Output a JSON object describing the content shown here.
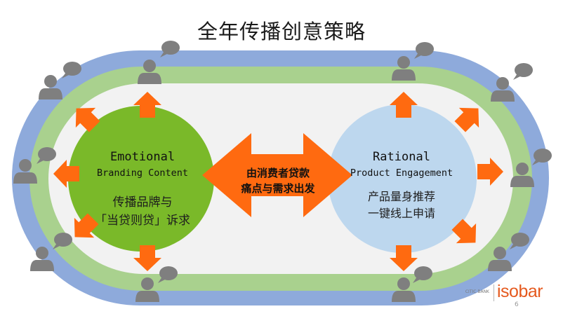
{
  "title": "全年传播创意策略",
  "left_circle": {
    "en_title": "Emotional",
    "en_subtitle": "Branding Content",
    "cn_line1": "传播品牌与",
    "cn_line2": "「当贷则贷」诉求"
  },
  "right_circle": {
    "en_title": "Rational",
    "en_subtitle": "Product Engagement",
    "cn_line1": "产品量身推荐",
    "cn_line2": "一键线上申请"
  },
  "center_arrow": {
    "line1": "由消费者贷款",
    "line2": "痛点与需求出发"
  },
  "footer": {
    "partner_text": "CITIC BANK",
    "brand": "isobar",
    "page": "6"
  },
  "colors": {
    "outer_track": "#8eaadb",
    "middle_track": "#a9d18e",
    "inner_track": "#f2f2f2",
    "left_circle": "#7ab929",
    "right_circle": "#bdd7ee",
    "arrow": "#ff6a10",
    "person": "#7f7f7f",
    "logo_accent": "#e55a1f"
  },
  "icons": {
    "person": "person-silhouette-icon",
    "speech": "speech-bubble-icon"
  }
}
